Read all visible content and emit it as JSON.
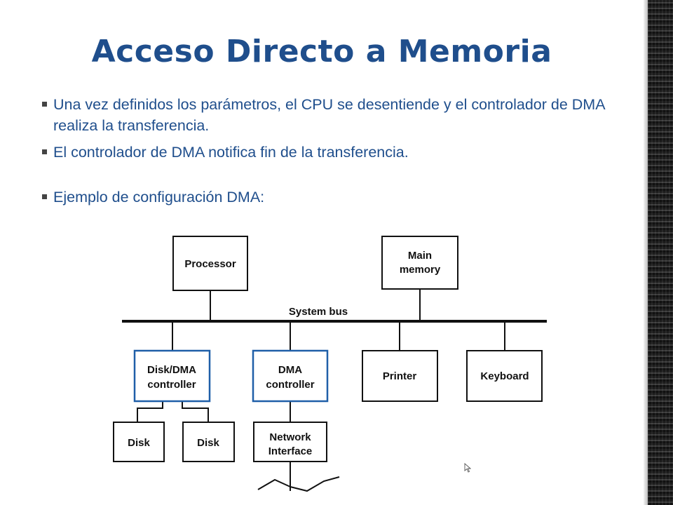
{
  "slide": {
    "title": "Acceso Directo a Memoria",
    "bullets": [
      "Una vez definidos los parámetros, el CPU se desentiende y el controlador de DMA realiza la transferencia.",
      "El controlador de DMA notifica fin de la transferencia.",
      "Ejemplo de configuración DMA:"
    ]
  },
  "diagram": {
    "bus_label": "System bus",
    "nodes": {
      "processor": [
        "Processor"
      ],
      "main_memory": [
        "Main",
        "memory"
      ],
      "disk_dma_controller": [
        "Disk/DMA",
        "controller"
      ],
      "dma_controller": [
        "DMA",
        "controller"
      ],
      "printer": [
        "Printer"
      ],
      "keyboard": [
        "Keyboard"
      ],
      "disk_1": [
        "Disk"
      ],
      "disk_2": [
        "Disk"
      ],
      "network_interface": [
        "Network",
        "Interface"
      ]
    }
  },
  "colors": {
    "title": "#1f4e8c",
    "text": "#1f4e8c",
    "controller_border": "#1f5fa8",
    "box_border": "#111111"
  }
}
